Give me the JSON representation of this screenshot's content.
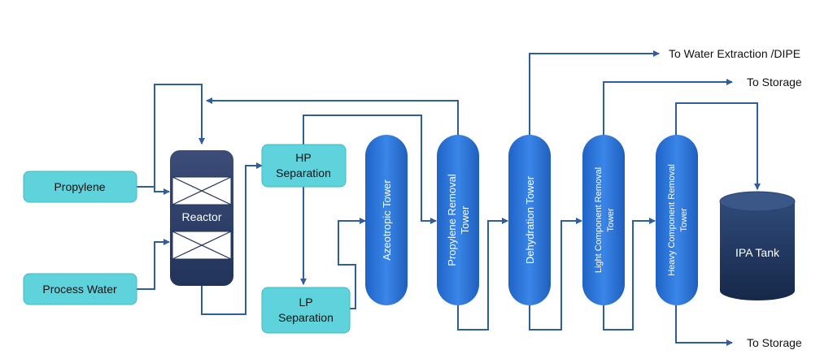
{
  "colors": {
    "flow_line": "#2f5d9e",
    "feed_box": "#5fd3dc",
    "tower": "#2b72d6",
    "reactor": "#2b3e66",
    "tank": "#1f3456",
    "text_dark": "#111111",
    "text_light": "#ffffff"
  },
  "feeds": {
    "propylene": "Propylene",
    "process_water": "Process Water"
  },
  "reactor": {
    "label": "Reactor"
  },
  "separators": {
    "hp": [
      "HP",
      "Separation"
    ],
    "lp": [
      "LP",
      "Separation"
    ]
  },
  "towers": {
    "azeotropic": [
      "Azeotropic Tower"
    ],
    "propylene_removal": [
      "Propylene Removal",
      "Tower"
    ],
    "dehydration": [
      "Dehydration Tower"
    ],
    "light_component": [
      "Light Component Removal",
      "Tower"
    ],
    "heavy_component": [
      "Heavy Component Removal",
      "Tower"
    ]
  },
  "tank": {
    "label": "IPA Tank"
  },
  "outputs": {
    "water_extraction": "To Water Extraction /DIPE",
    "storage_top": "To Storage",
    "storage_bottom": "To Storage"
  }
}
